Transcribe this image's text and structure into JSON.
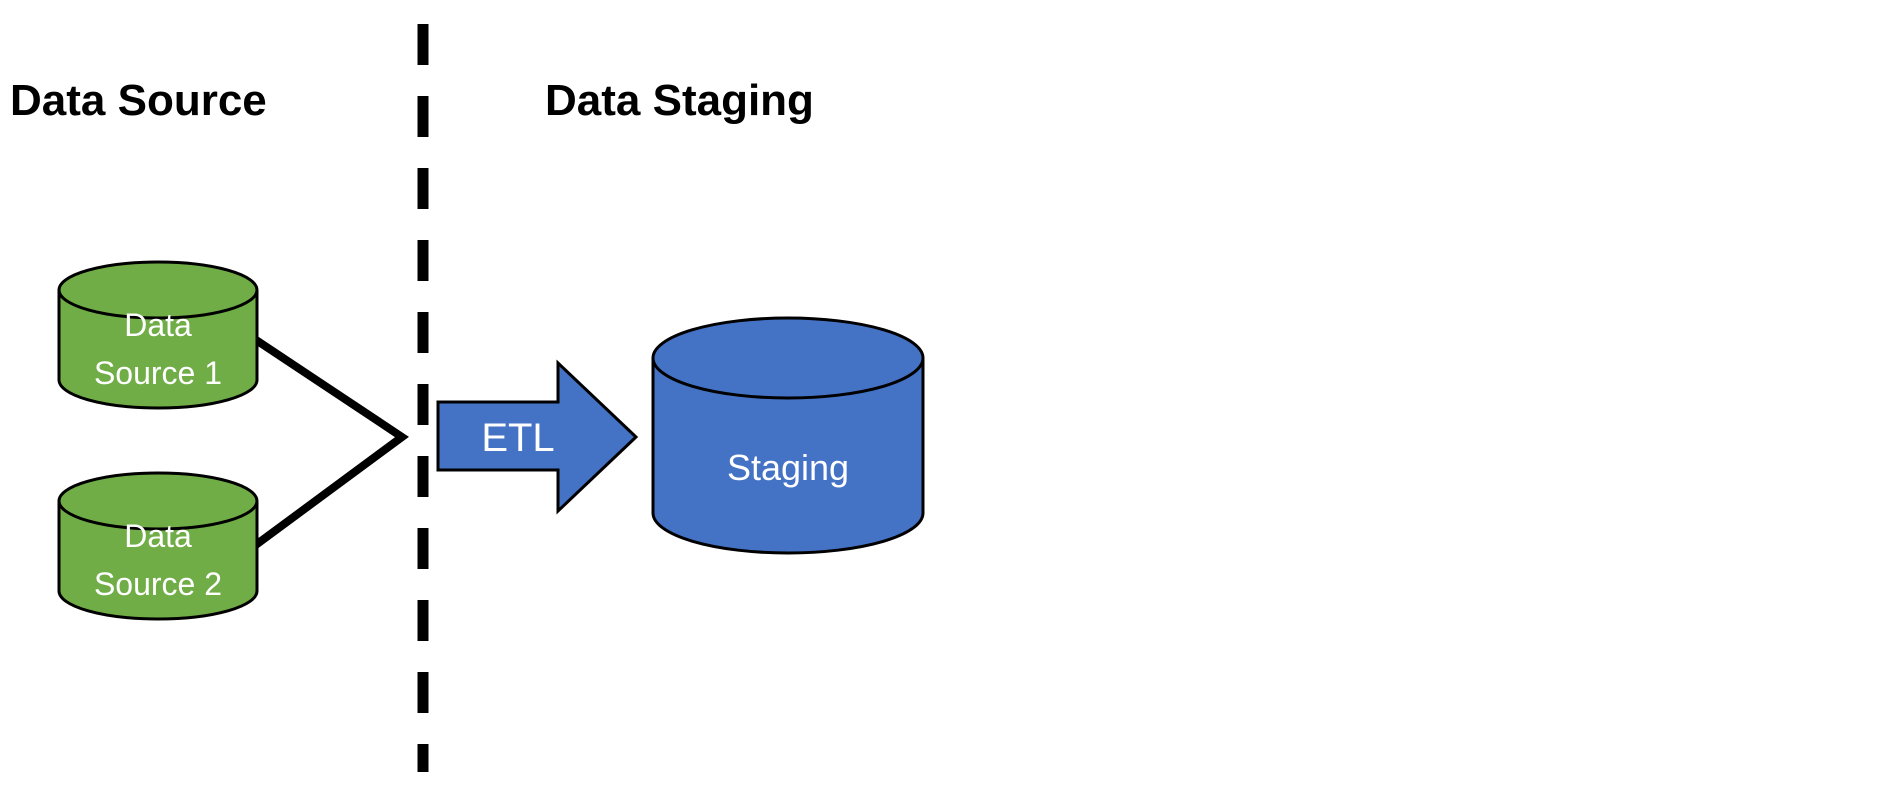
{
  "diagram": {
    "sections": {
      "left_title": "Data Source",
      "right_title": "Data Staging"
    },
    "nodes": {
      "source1": {
        "label_line1": "Data",
        "label_line2": "Source 1"
      },
      "source2": {
        "label_line1": "Data",
        "label_line2": "Source 2"
      },
      "staging": {
        "label": "Staging"
      }
    },
    "flows": {
      "etl": {
        "label": "ETL"
      }
    },
    "colors": {
      "source_cylinder": "#70ad47",
      "staging_cylinder": "#4472c4",
      "etl_arrow": "#4472c4",
      "outline": "#000000",
      "connector": "#000000",
      "divider": "#000000",
      "shape_label": "#ffffff",
      "title": "#000000",
      "background": "#ffffff"
    }
  }
}
